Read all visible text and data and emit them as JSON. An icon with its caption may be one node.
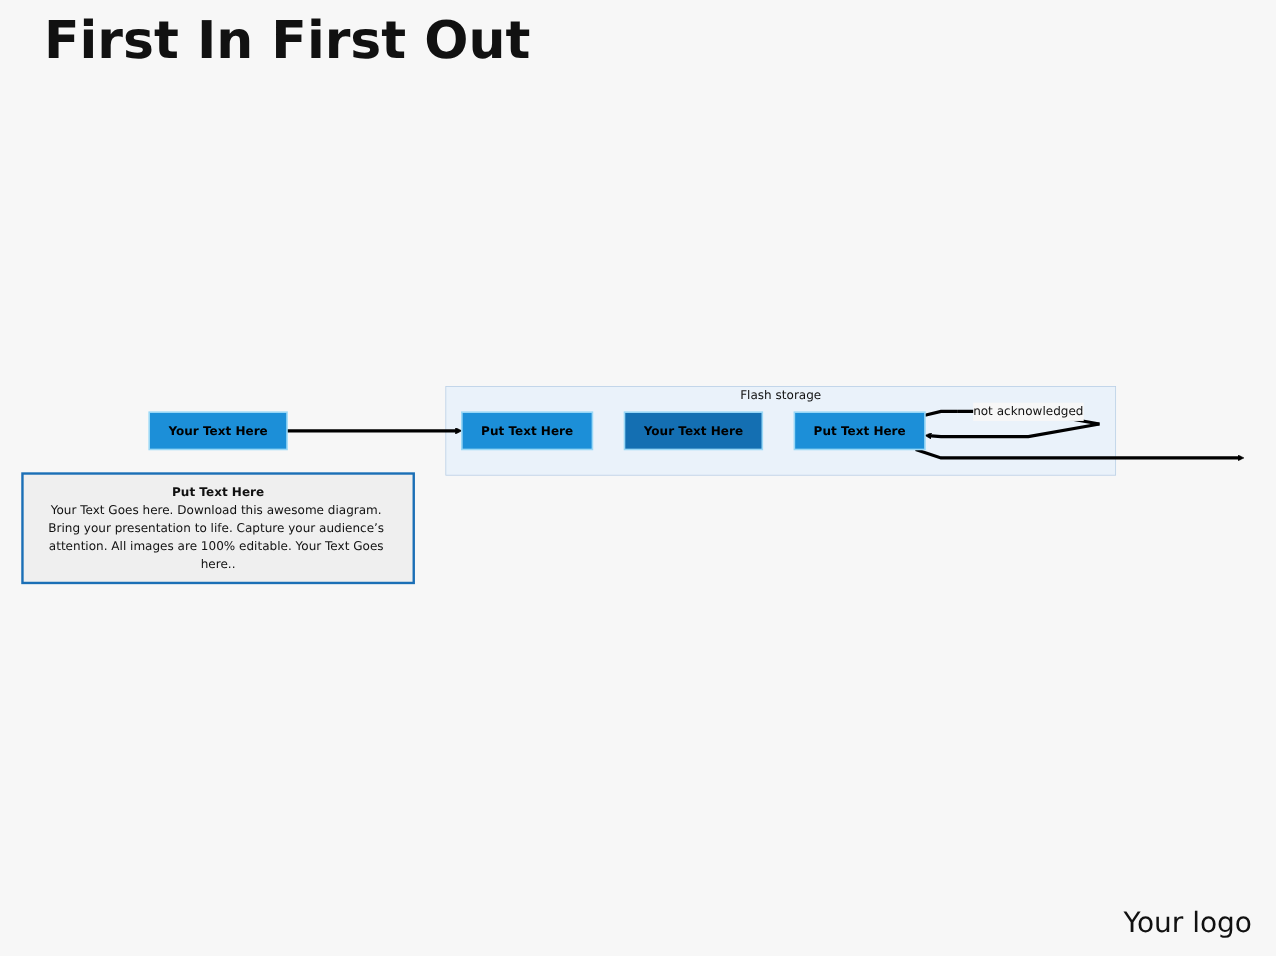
{
  "diagram": {
    "title": "First In First Out",
    "nodes": [
      {
        "text": [
          "Your Text Here"
        ]
      },
      {
        "text": [
          "Flash storage"
        ]
      },
      {
        "text": [
          "Put Text Here"
        ],
        "in": 1
      },
      {
        "text": [
          "Your Text Here"
        ],
        "in": 1
      },
      {
        "text": [
          "Put Text Here"
        ],
        "in": 1
      },
      {
        "text": [
          "Put Text Here",
          "Your Text Goes here. Download this awesome diagram. Bring your presentation to life. Capture your audience’s attention. All images are 100% editable. Your Text Goes here.."
        ]
      }
    ],
    "edges": [
      {
        "from": 0,
        "to": 2,
        "arrow": "to"
      },
      {
        "from": 4,
        "to": null,
        "arrow": "to"
      },
      {
        "from": 4,
        "to": 4,
        "arrow": "to",
        "label": "not acknowledged"
      }
    ],
    "labels": [
      "Your logo"
    ]
  }
}
